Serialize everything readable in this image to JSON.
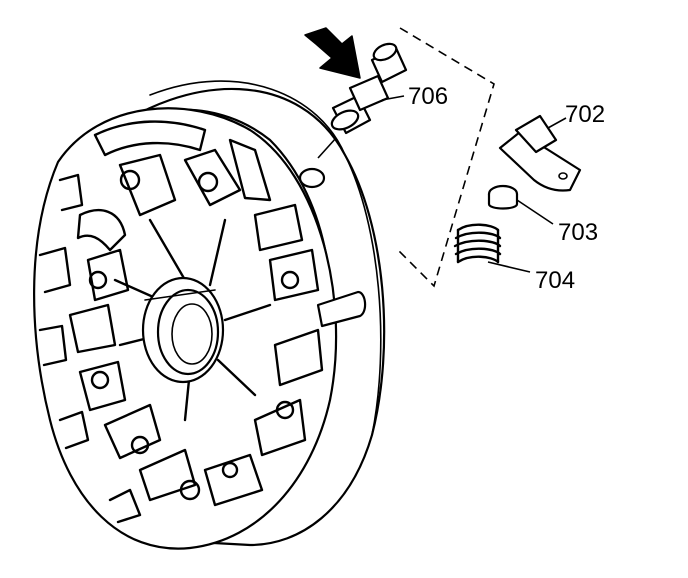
{
  "callouts": [
    {
      "id": "706",
      "text": "706"
    },
    {
      "id": "702",
      "text": "702"
    },
    {
      "id": "703",
      "text": "703"
    },
    {
      "id": "704",
      "text": "704"
    }
  ],
  "icons": {
    "pointer": "arrow-icon"
  }
}
